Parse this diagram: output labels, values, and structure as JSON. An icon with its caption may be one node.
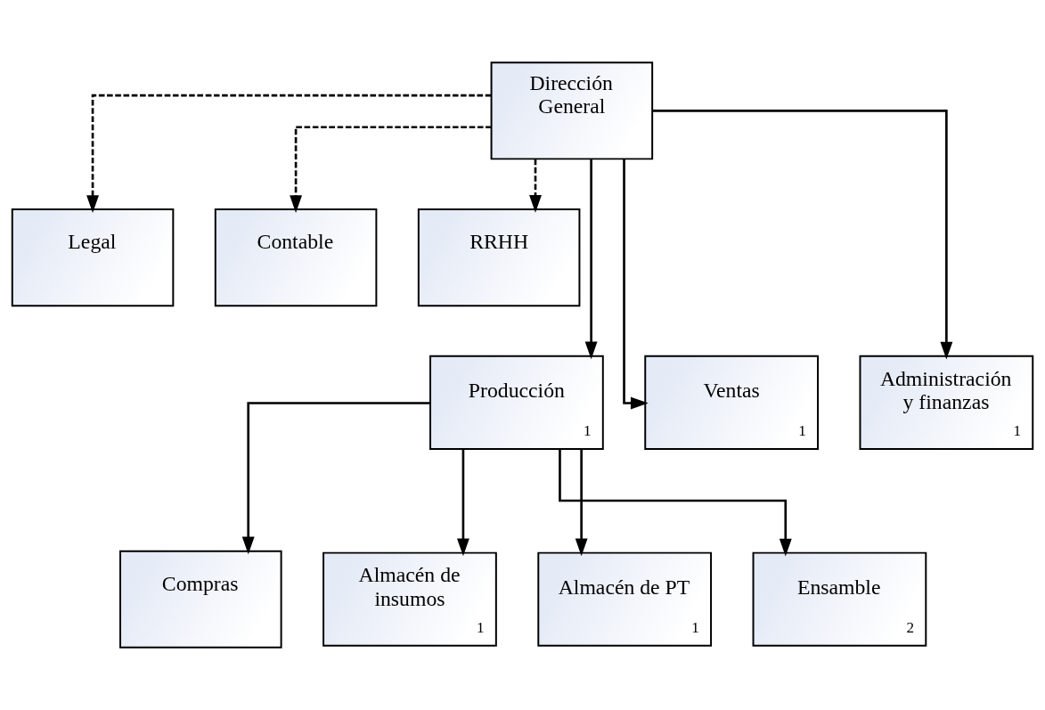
{
  "diagram": {
    "nodes": [
      {
        "text": [
          "Dirección General"
        ]
      },
      {
        "text": [
          "Legal"
        ]
      },
      {
        "text": [
          "Contable"
        ]
      },
      {
        "text": [
          "RRHH"
        ]
      },
      {
        "text": [
          "Producción",
          "1"
        ]
      },
      {
        "text": [
          "Ventas",
          "1"
        ]
      },
      {
        "text": [
          "Administración y finanzas",
          "1"
        ]
      },
      {
        "text": [
          "Compras"
        ]
      },
      {
        "text": [
          "Almacén de insumos",
          "1"
        ]
      },
      {
        "text": [
          "Almacén de PT",
          "1"
        ]
      },
      {
        "text": [
          "Ensamble",
          "2"
        ]
      }
    ],
    "edges": [
      {
        "from": 0,
        "to": 1,
        "arrow": "to",
        "style": "dashed"
      },
      {
        "from": 0,
        "to": 2,
        "arrow": "to",
        "style": "dashed"
      },
      {
        "from": 0,
        "to": 3,
        "arrow": "to",
        "style": "dashed"
      },
      {
        "from": 0,
        "to": 4,
        "arrow": "to"
      },
      {
        "from": 0,
        "to": 5,
        "arrow": "to"
      },
      {
        "from": 0,
        "to": 6,
        "arrow": "to"
      },
      {
        "from": 4,
        "to": 7,
        "arrow": "to"
      },
      {
        "from": 4,
        "to": 8,
        "arrow": "to"
      },
      {
        "from": 4,
        "to": 9,
        "arrow": "to"
      },
      {
        "from": 4,
        "to": 10,
        "arrow": "to"
      }
    ]
  }
}
